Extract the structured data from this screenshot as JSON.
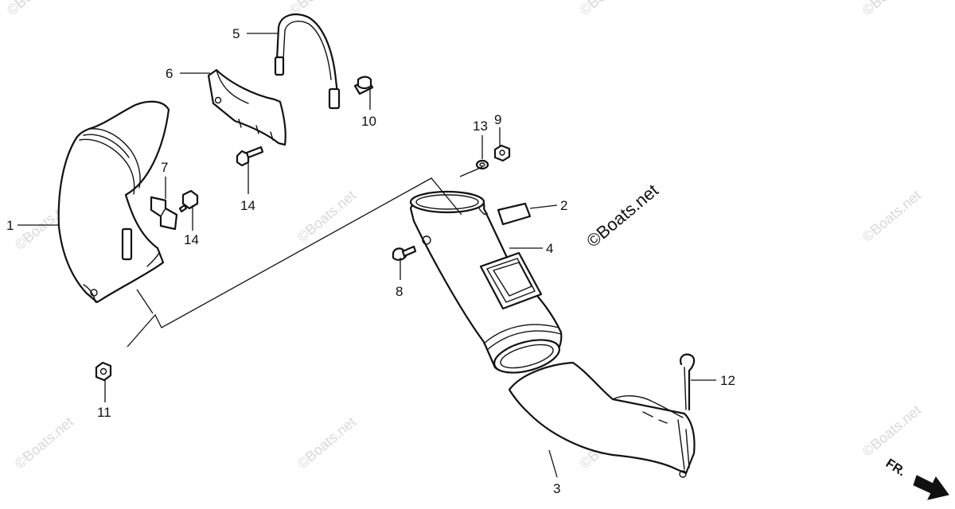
{
  "callouts": {
    "c1": "1",
    "c2": "2",
    "c3": "3",
    "c4": "4",
    "c5": "5",
    "c6": "6",
    "c7": "7",
    "c8": "8",
    "c9": "9",
    "c10": "10",
    "c11": "11",
    "c12": "12",
    "c13": "13",
    "c14a": "14",
    "c14b": "14"
  },
  "watermark": {
    "text": "©Boats.net"
  },
  "front_indicator": {
    "label": "FR."
  },
  "colors": {
    "line": "#111111",
    "background": "#ffffff",
    "watermark": "#d8d8d8"
  }
}
